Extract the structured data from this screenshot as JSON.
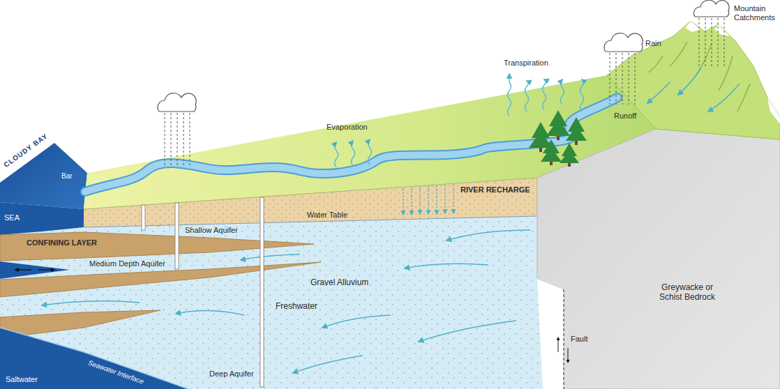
{
  "diagram": {
    "labels": [
      "CLOUDY BAY",
      "Bar",
      "SEA",
      "Evaporation",
      "Transpiration",
      "Rain",
      "Mountain Catchments",
      "Runoff",
      "RIVER RECHARGE",
      "Water Table",
      "Shallow Aquifer",
      "CONFINING LAYER",
      "Medium Depth Aquifer",
      "Gravel Alluvium",
      "Freshwater",
      "Fault",
      "Greywacke or Schist Bedrock",
      "Deep Aquifer",
      "Seawater Interface",
      "Saltwater"
    ]
  }
}
